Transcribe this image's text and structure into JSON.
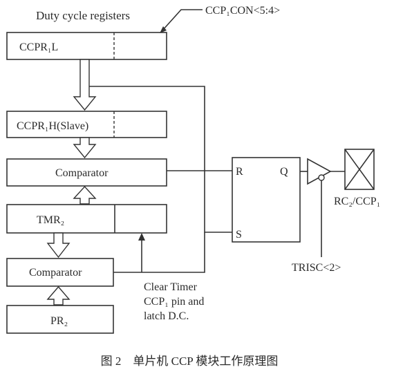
{
  "diagram": {
    "duty_label": "Duty cycle registers",
    "ccp_con_label": "CCP₁CON<5:4>",
    "ccpr1l": "CCPR₁L",
    "ccpr1h": "CCPR₁H(Slave)",
    "comparator_top": "Comparator",
    "tmr2": "TMR₂",
    "comparator_bottom": "Comparator",
    "pr2": "PR₂",
    "latch_r": "R",
    "latch_s": "S",
    "latch_q": "Q",
    "pin_label": "RC₂/CCP₁",
    "trisc_label": "TRISC<2>",
    "clear_line1": "Clear Timer",
    "clear_line2": "CCP₁ pin and",
    "clear_line3": "latch D.C.",
    "caption": "图 2　单片机 CCP 模块工作原理图"
  }
}
